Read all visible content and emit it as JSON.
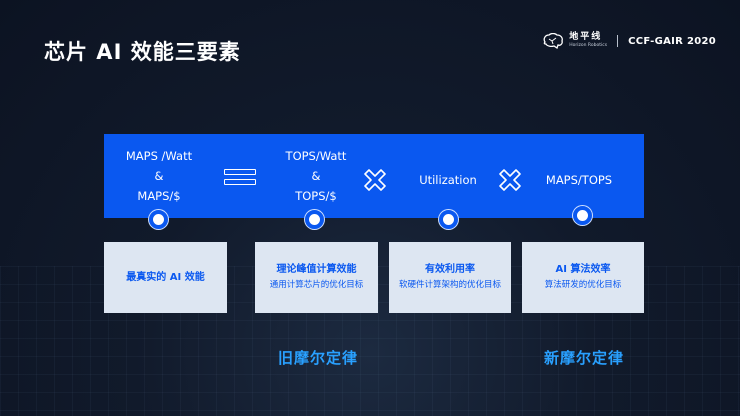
{
  "title": "芯片 AI 效能三要素",
  "header": {
    "brand_cn": "地平线",
    "brand_en": "Horizon Robotics",
    "event": "CCF-GAIR 2020"
  },
  "band": {
    "term1": [
      "MAPS /Watt",
      "&",
      "MAPS/$"
    ],
    "term2": [
      "TOPS/Watt",
      "&",
      "TOPS/$"
    ],
    "term3": "Utilization",
    "term4": "MAPS/TOPS"
  },
  "cards": [
    {
      "title": "最真实的 AI 效能",
      "subtitle": ""
    },
    {
      "title": "理论峰值计算效能",
      "subtitle": "通用计算芯片的优化目标"
    },
    {
      "title": "有效利用率",
      "subtitle": "软硬件计算架构的优化目标"
    },
    {
      "title": "AI 算法效率",
      "subtitle": "算法研发的优化目标"
    }
  ],
  "laws": {
    "old": "旧摩尔定律",
    "new": "新摩尔定律"
  },
  "colors": {
    "accent_blue": "#0a58f0",
    "card_bg": "#dde6f2",
    "law_text": "#29a0ff",
    "background": "#111a2b"
  },
  "icons": [
    "horizon-brain-logo-icon",
    "equals-icon",
    "multiply-icon",
    "multiply-icon"
  ]
}
